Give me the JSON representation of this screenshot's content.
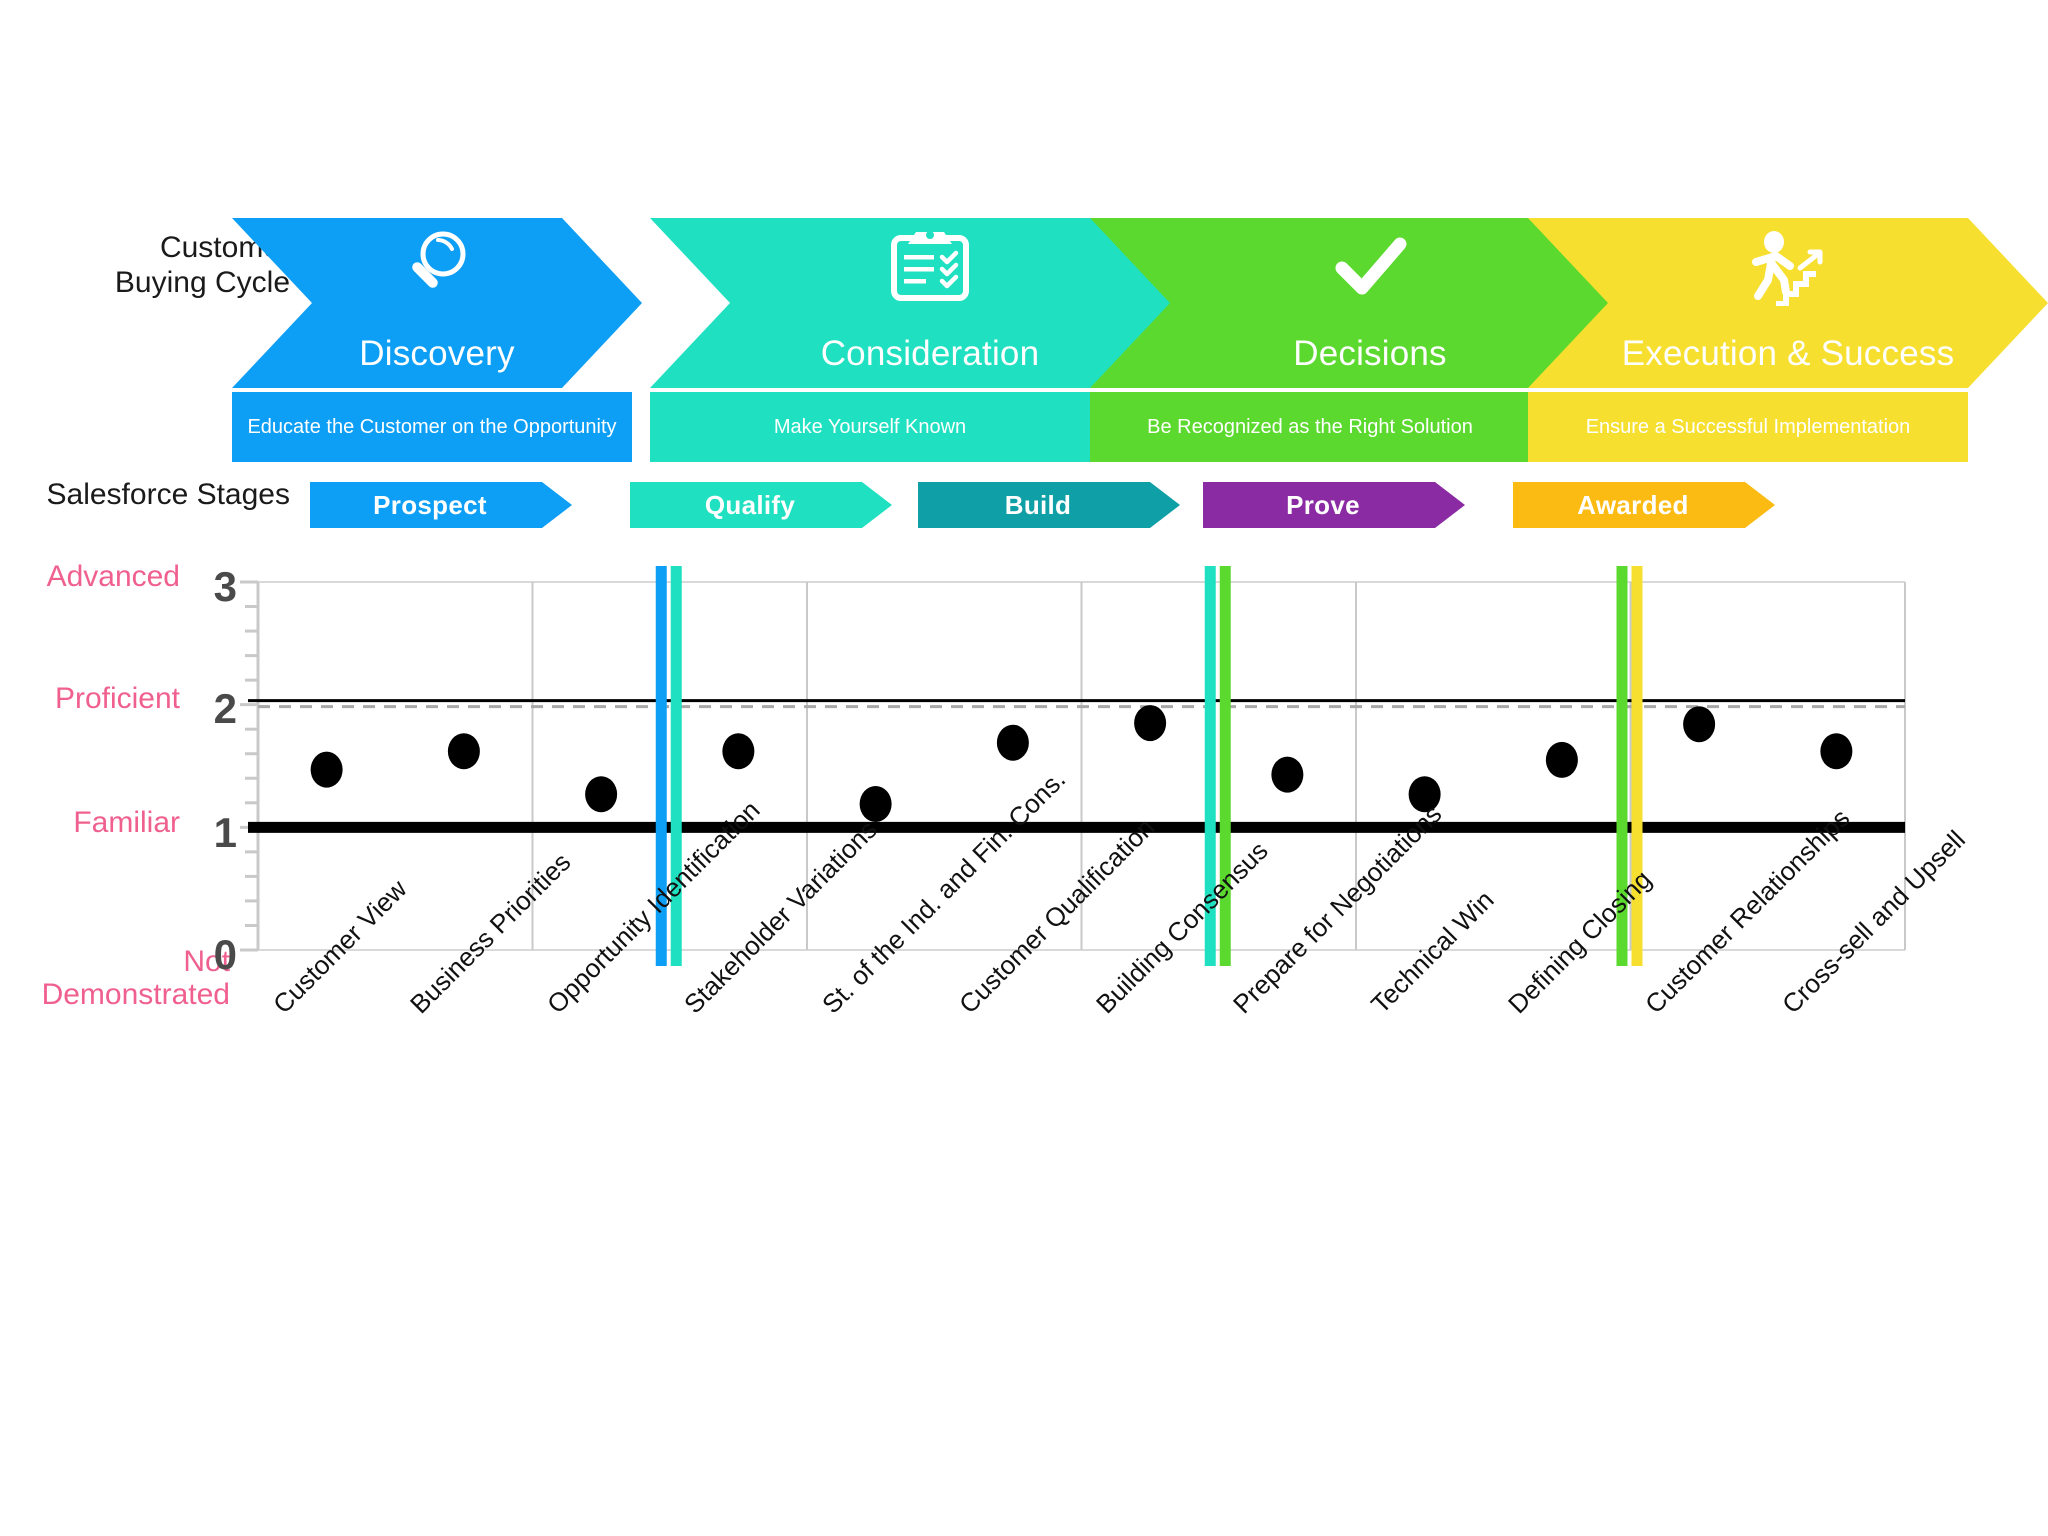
{
  "rows": {
    "customer_buying_cycle_label": "Customer\nBuying Cycle",
    "salesforce_stages_label": "Salesforce Stages"
  },
  "buying_cycle": [
    {
      "title": "Discovery",
      "subtitle": "Educate the Customer on the Opportunity",
      "color": "#0d9ef5",
      "icon": "magnifier-icon"
    },
    {
      "title": "Consideration",
      "subtitle": "Make Yourself Known",
      "color": "#1fe0c0",
      "icon": "clipboard-checklist-icon"
    },
    {
      "title": "Decisions",
      "subtitle": "Be Recognized as the Right Solution",
      "color": "#5bd92e",
      "icon": "checkmark-icon"
    },
    {
      "title": "Execution & Success",
      "subtitle": "Ensure a Successful Implementation",
      "color": "#f7df30",
      "icon": "stairs-climber-icon"
    }
  ],
  "salesforce_stages": [
    {
      "label": "Prospect",
      "color": "#0d9ef5"
    },
    {
      "label": "Qualify",
      "color": "#1fe0c0"
    },
    {
      "label": "Build",
      "color": "#0f9fa6"
    },
    {
      "label": "Prove",
      "color": "#8b2ba3"
    },
    {
      "label": "Awarded",
      "color": "#fcbb12"
    }
  ],
  "chart_data": {
    "type": "scatter",
    "title": "",
    "xlabel": "",
    "ylabel": "",
    "ylim": [
      0,
      3
    ],
    "yticks": [
      0,
      1,
      2,
      3
    ],
    "ytick_labels": [
      "0",
      "1",
      "2",
      "3"
    ],
    "ytick_level_names": [
      "Not Demonstrated",
      "Familiar",
      "Proficient",
      "Advanced"
    ],
    "minor_ticks_per_unit": 5,
    "grid": {
      "vertical": true,
      "horizontal": false
    },
    "legend": "none",
    "categories": [
      "Customer View",
      "Business Priorities",
      "Opportunity Identification",
      "Stakeholder Variations",
      "St. of the Ind. and Fin. Cons.",
      "Customer Qualification",
      "Building Consensus",
      "Prepare for Negotiations",
      "Technical Win",
      "Defining Closing",
      "Customer Relationships",
      "Cross-sell and Upsell"
    ],
    "values": [
      1.47,
      1.62,
      1.27,
      1.62,
      1.19,
      1.69,
      1.85,
      1.43,
      1.27,
      1.55,
      1.84,
      1.62
    ],
    "marker": {
      "shape": "circle",
      "color": "#000000"
    },
    "reference_lines": [
      {
        "value": 2,
        "style": "solid-thin",
        "color": "#000000",
        "label": "Proficient"
      },
      {
        "value": 2,
        "style": "dashed",
        "color": "#a8a8a8",
        "label": ""
      },
      {
        "value": 1,
        "style": "solid-thick",
        "color": "#000000",
        "label": "Familiar"
      }
    ],
    "phase_dividers": [
      {
        "after_category": "Opportunity Identification",
        "colors": [
          "#0d9ef5",
          "#1fe0c0"
        ]
      },
      {
        "after_category": "Building Consensus",
        "colors": [
          "#1fe0c0",
          "#5bd92e"
        ]
      },
      {
        "after_category": "Defining Closing",
        "colors": [
          "#5bd92e",
          "#f7df30"
        ]
      }
    ]
  },
  "colors": {
    "level_label": "#f0608f",
    "axis_number": "#4a4a4a",
    "grid": "#d9d9d9",
    "marker": "#000000"
  }
}
